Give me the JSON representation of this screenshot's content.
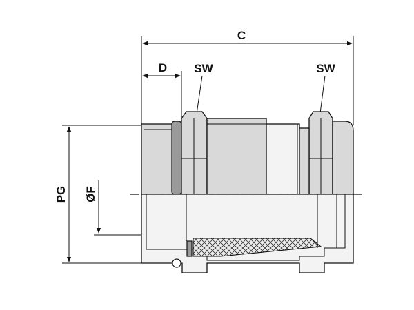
{
  "labels": {
    "c": "C",
    "d": "D",
    "sw_left": "SW",
    "sw_right": "SW",
    "pg": "PG",
    "f": "ØF"
  },
  "colors": {
    "body": "#d9d9d9",
    "section": "#f3f3f3",
    "seal": "#9a9a9a",
    "line": "#111111"
  }
}
